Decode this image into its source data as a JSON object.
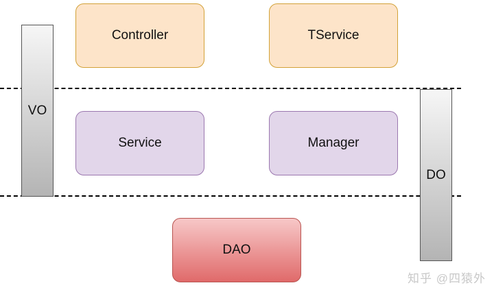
{
  "diagram": {
    "boxes": {
      "controller": "Controller",
      "tservice": "TService",
      "service": "Service",
      "manager": "Manager",
      "dao": "DAO"
    },
    "bars": {
      "vo": "VO",
      "do": "DO"
    },
    "colors": {
      "orange_fill": "#fde4c9",
      "orange_border": "#d2a137",
      "purple_fill": "#e2d6ea",
      "purple_border": "#9b77af",
      "red_fill_top": "#f7c8c8",
      "red_fill_bottom": "#e06a6a",
      "gray_bar": "#b4b4b4"
    }
  },
  "watermark": "知乎 @四猿外"
}
